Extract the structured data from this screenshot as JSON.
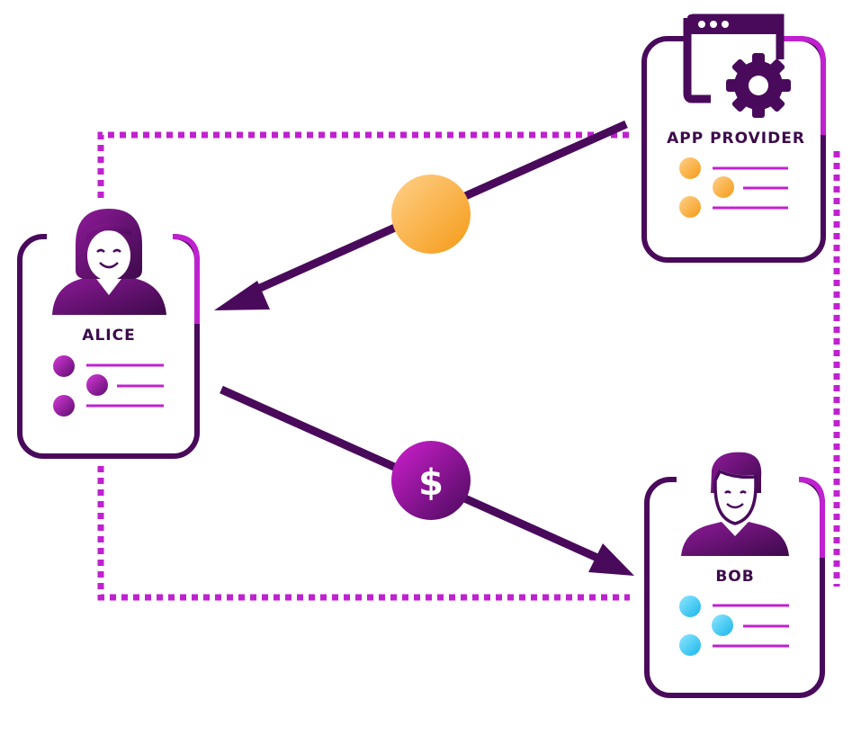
{
  "nodes": {
    "app_provider": {
      "label": "APP PROVIDER",
      "dot_color": "#f5a623",
      "icon": "app-gear-icon"
    },
    "alice": {
      "label": "ALICE",
      "dot_color": "#a0119f",
      "icon": "woman-avatar-icon"
    },
    "bob": {
      "label": "BOB",
      "dot_color": "#29c4f0",
      "icon": "man-avatar-icon"
    }
  },
  "token": {
    "color": "#f7a52f",
    "icon": "orange-token-icon"
  },
  "payment": {
    "symbol": "$",
    "color": "#8f0f94",
    "icon": "dollar-coin-icon"
  },
  "colors": {
    "dark": "#4a0a5c",
    "accent": "#c021d0",
    "dotted": "#c021d0"
  }
}
